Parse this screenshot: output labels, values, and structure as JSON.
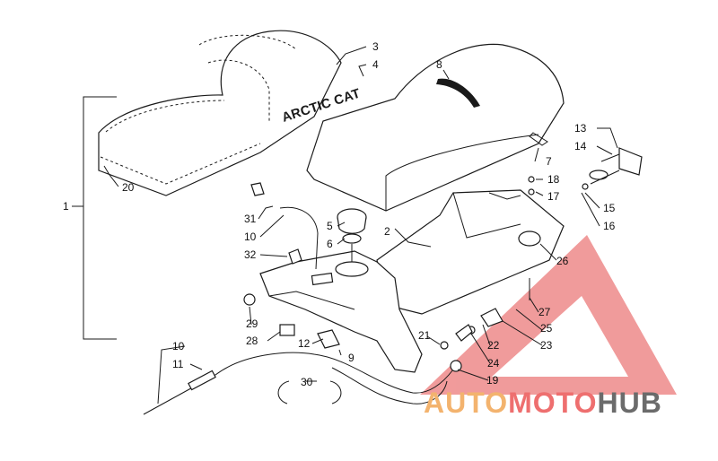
{
  "diagram": {
    "brand_text": "ARCTIC CAT",
    "callouts": [
      {
        "id": "1",
        "label": "1"
      },
      {
        "id": "2",
        "label": "2"
      },
      {
        "id": "3",
        "label": "3"
      },
      {
        "id": "4",
        "label": "4"
      },
      {
        "id": "5",
        "label": "5"
      },
      {
        "id": "6",
        "label": "6"
      },
      {
        "id": "7",
        "label": "7"
      },
      {
        "id": "8",
        "label": "8"
      },
      {
        "id": "9",
        "label": "9"
      },
      {
        "id": "10a",
        "label": "10"
      },
      {
        "id": "10b",
        "label": "10"
      },
      {
        "id": "11",
        "label": "11"
      },
      {
        "id": "12",
        "label": "12"
      },
      {
        "id": "13",
        "label": "13"
      },
      {
        "id": "14",
        "label": "14"
      },
      {
        "id": "15",
        "label": "15"
      },
      {
        "id": "16",
        "label": "16"
      },
      {
        "id": "17",
        "label": "17"
      },
      {
        "id": "18",
        "label": "18"
      },
      {
        "id": "19",
        "label": "19"
      },
      {
        "id": "20",
        "label": "20"
      },
      {
        "id": "21",
        "label": "21"
      },
      {
        "id": "22",
        "label": "22"
      },
      {
        "id": "23",
        "label": "23"
      },
      {
        "id": "24",
        "label": "24"
      },
      {
        "id": "25",
        "label": "25"
      },
      {
        "id": "26",
        "label": "26"
      },
      {
        "id": "27",
        "label": "27"
      },
      {
        "id": "28",
        "label": "28"
      },
      {
        "id": "29",
        "label": "29"
      },
      {
        "id": "30",
        "label": "30"
      },
      {
        "id": "31",
        "label": "31"
      },
      {
        "id": "32",
        "label": "32"
      }
    ]
  },
  "watermark": {
    "text_a": "AUTO",
    "text_b": "MOTO",
    "text_c": "HUB",
    "colors": {
      "auto": "#f3b36e",
      "moto": "#ee6f6f",
      "hub": "#6b6b6b",
      "triangle": "#ec7a7a"
    }
  }
}
